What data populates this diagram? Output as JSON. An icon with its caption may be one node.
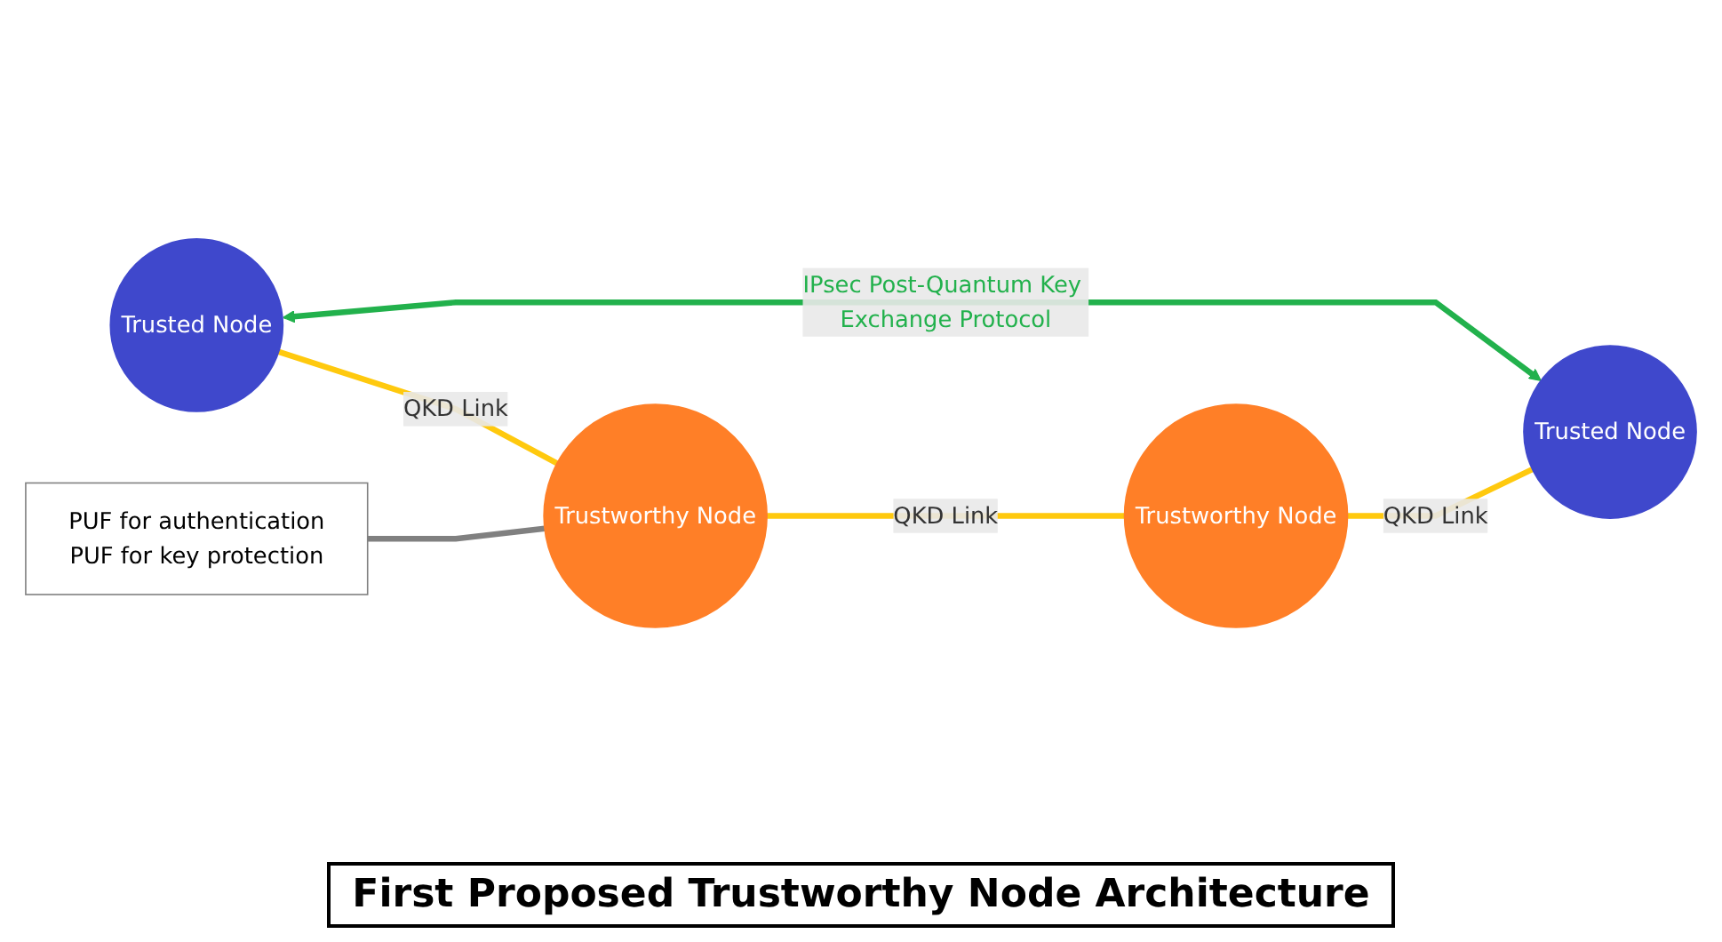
{
  "diagram": {
    "title": "First Proposed Trustworthy Node Architecture",
    "nodes": [
      {
        "text": [
          "Trusted Node"
        ]
      },
      {
        "text": [
          "Trustworthy Node"
        ]
      },
      {
        "text": [
          "Trustworthy Node"
        ]
      },
      {
        "text": [
          "Trusted Node"
        ]
      },
      {
        "text": [
          "PUF for authentication",
          "PUF for key protection"
        ]
      }
    ],
    "edges": [
      {
        "from": 0,
        "to": 3,
        "arrow": "both",
        "label": "IPsec Post-Quantum Key Exchange Protocol",
        "color": "#22b14c"
      },
      {
        "from": 0,
        "to": 1,
        "arrow": "none",
        "label": "QKD Link"
      },
      {
        "from": 1,
        "to": 2,
        "arrow": "none",
        "label": "QKD Link"
      },
      {
        "from": 2,
        "to": 3,
        "arrow": "none",
        "label": "QKD Link"
      },
      {
        "from": 4,
        "to": 1,
        "arrow": "none",
        "color": "#808080"
      }
    ]
  }
}
